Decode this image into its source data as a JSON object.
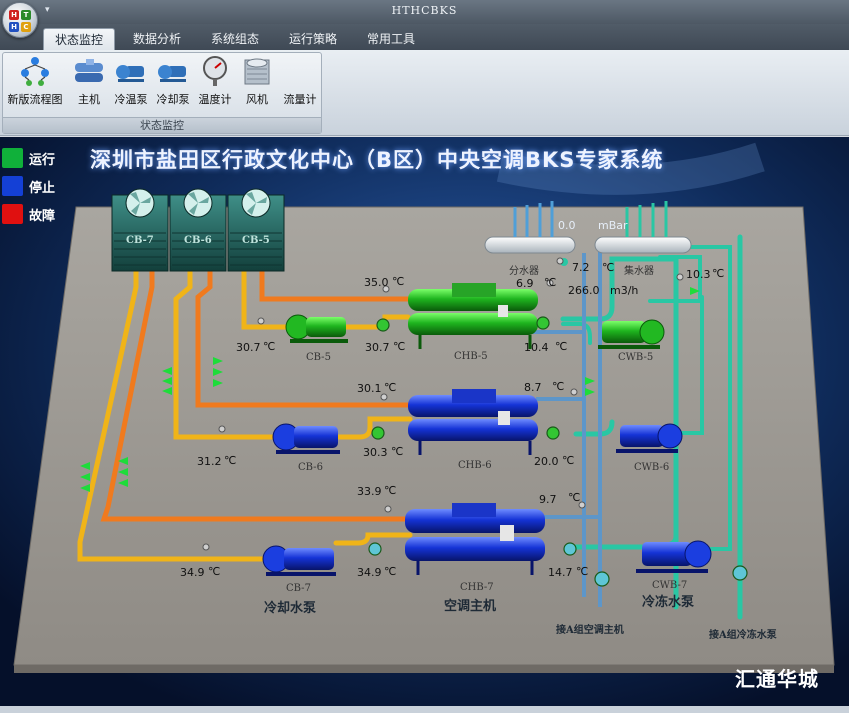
{
  "window": {
    "title": "HTHCBKS"
  },
  "orb": {
    "letters": [
      "H",
      "T",
      "H",
      "C"
    ]
  },
  "quick_access": {
    "glyph": "▾"
  },
  "tabs": [
    {
      "label": "状态监控",
      "active": true
    },
    {
      "label": "数据分析",
      "active": false
    },
    {
      "label": "系统组态",
      "active": false
    },
    {
      "label": "运行策略",
      "active": false
    },
    {
      "label": "常用工具",
      "active": false
    }
  ],
  "ribbon": {
    "group_caption": "状态监控",
    "buttons": [
      {
        "label": "新版流程图",
        "icon": "flowchart-icon"
      },
      {
        "label": "主机",
        "icon": "chiller-icon"
      },
      {
        "label": "冷温泵",
        "icon": "chilled-pump-icon"
      },
      {
        "label": "冷却泵",
        "icon": "cooling-pump-icon"
      },
      {
        "label": "温度计",
        "icon": "thermometer-icon"
      },
      {
        "label": "风机",
        "icon": "fan-icon"
      },
      {
        "label": "流量计",
        "icon": "flowmeter-icon"
      }
    ]
  },
  "screen": {
    "title": "深圳市盐田区行政文化中心（B区）中央空调BKS专家系统",
    "legend": [
      {
        "label": "运行",
        "color": "#10b03a"
      },
      {
        "label": "停止",
        "color": "#1440d6"
      },
      {
        "label": "故障",
        "color": "#e01010"
      }
    ],
    "brand": "汇通华城",
    "towers": [
      "CB-7",
      "CB-6",
      "CB-5"
    ],
    "supply_header": "分水器",
    "return_header": "集水器",
    "supply_temp": {
      "value": "7.2",
      "unit": "℃"
    },
    "return_temp": {
      "value": "10.3",
      "unit": "℃"
    },
    "pressure": {
      "value": "0.0",
      "unit": "mBar"
    },
    "flow": {
      "value": "266.0",
      "unit": "m3/h"
    },
    "units": [
      {
        "chiller": "CHB-5",
        "cooling_pump": "CB-5",
        "chilled_pump": "CWB-5",
        "state": "运行",
        "cond_in": "35.0",
        "pump_in": "30.7",
        "pump_out": "30.7",
        "evap_out": "6.9",
        "evap_in": "10.4"
      },
      {
        "chiller": "CHB-6",
        "cooling_pump": "CB-6",
        "chilled_pump": "CWB-6",
        "state": "停止",
        "cond_in": "30.1",
        "pump_in": "31.2",
        "pump_out": "30.3",
        "evap_out": "8.7",
        "evap_in": "20.0"
      },
      {
        "chiller": "CHB-7",
        "cooling_pump": "CB-7",
        "chilled_pump": "CWB-7",
        "state": "停止",
        "cond_in": "33.9",
        "pump_in": "34.9",
        "pump_out": "34.9",
        "evap_out": "9.7",
        "evap_in": "14.7"
      }
    ],
    "unit_symbol": "℃",
    "labels": {
      "cooling_pumps": "冷却水泵",
      "chillers": "空调主机",
      "chilled_pumps": "冷冻水泵",
      "to_a_chiller": "接A组空调主机",
      "to_a_chilled": "接A组冷冻水泵"
    },
    "colors": {
      "hot_pipe": "#f07a1e",
      "warm_pipe": "#f0b418",
      "chilled_pipe": "#29c7a4",
      "running": "#18b423",
      "stopped": "#1530d8"
    }
  }
}
